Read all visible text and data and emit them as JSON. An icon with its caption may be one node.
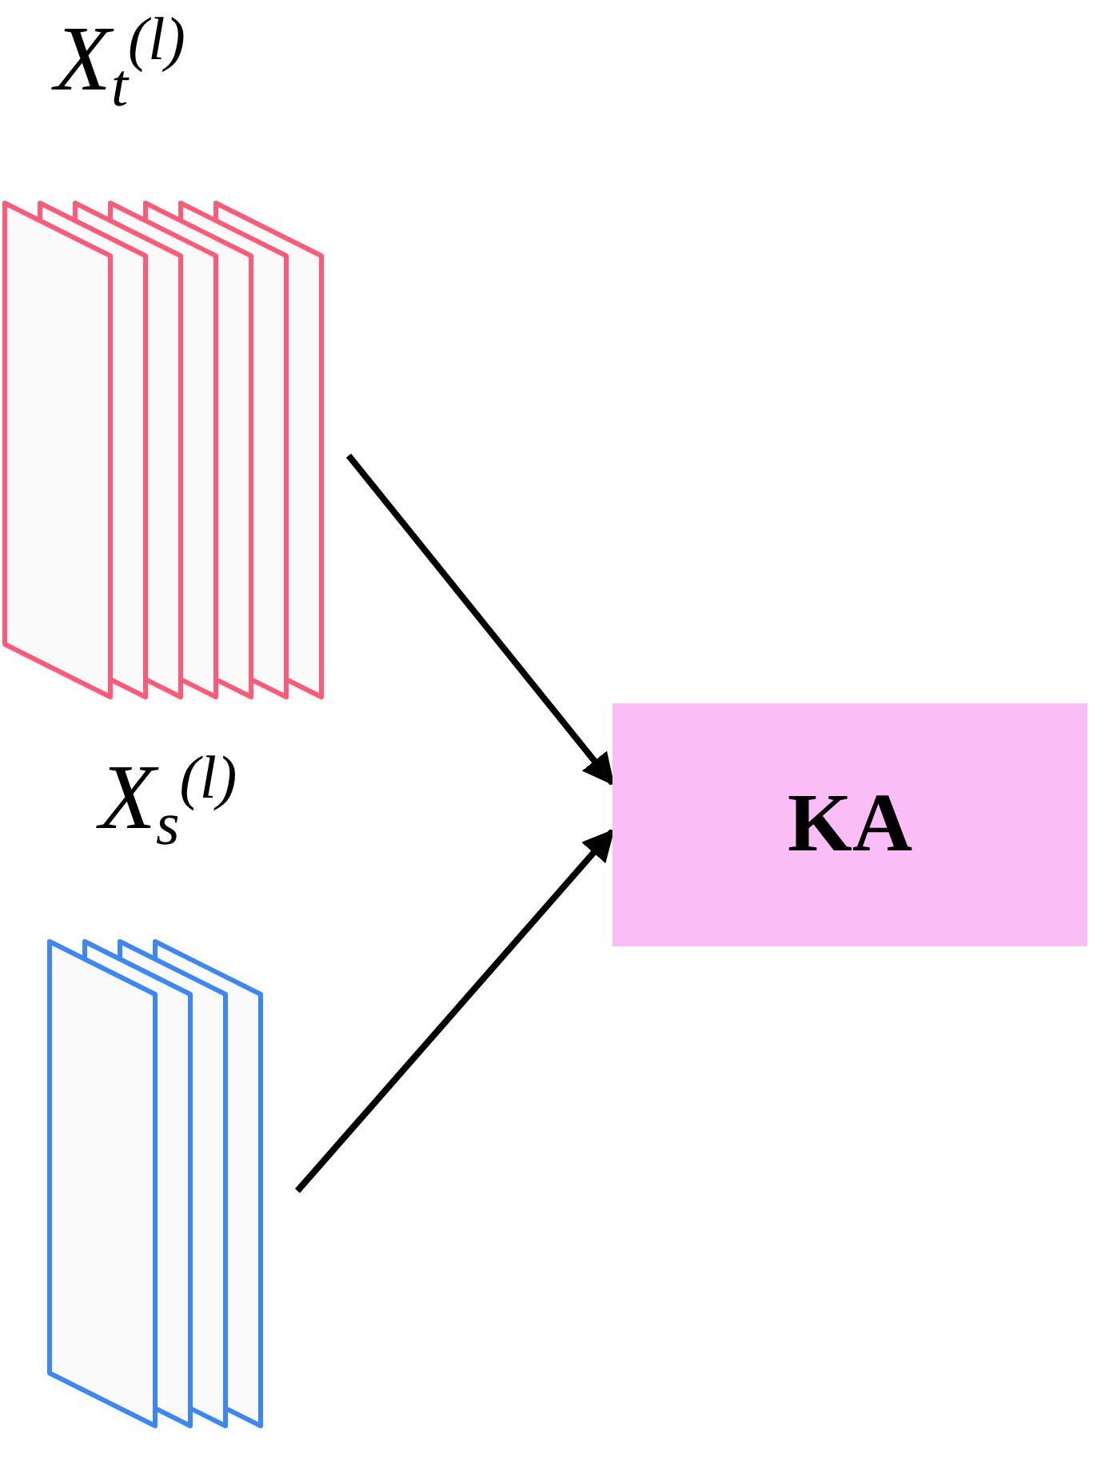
{
  "diagram": {
    "nodes": [
      {
        "text": [
          "X$_{t}$$^{(l)}$"
        ]
      },
      {
        "text": [
          "X$_{s}$$^{(l)}$"
        ]
      },
      {
        "text": [
          "KA"
        ]
      }
    ],
    "edges": [
      {
        "from": 0,
        "to": 2,
        "arrow": "to"
      },
      {
        "from": 1,
        "to": 2,
        "arrow": "to"
      }
    ]
  }
}
